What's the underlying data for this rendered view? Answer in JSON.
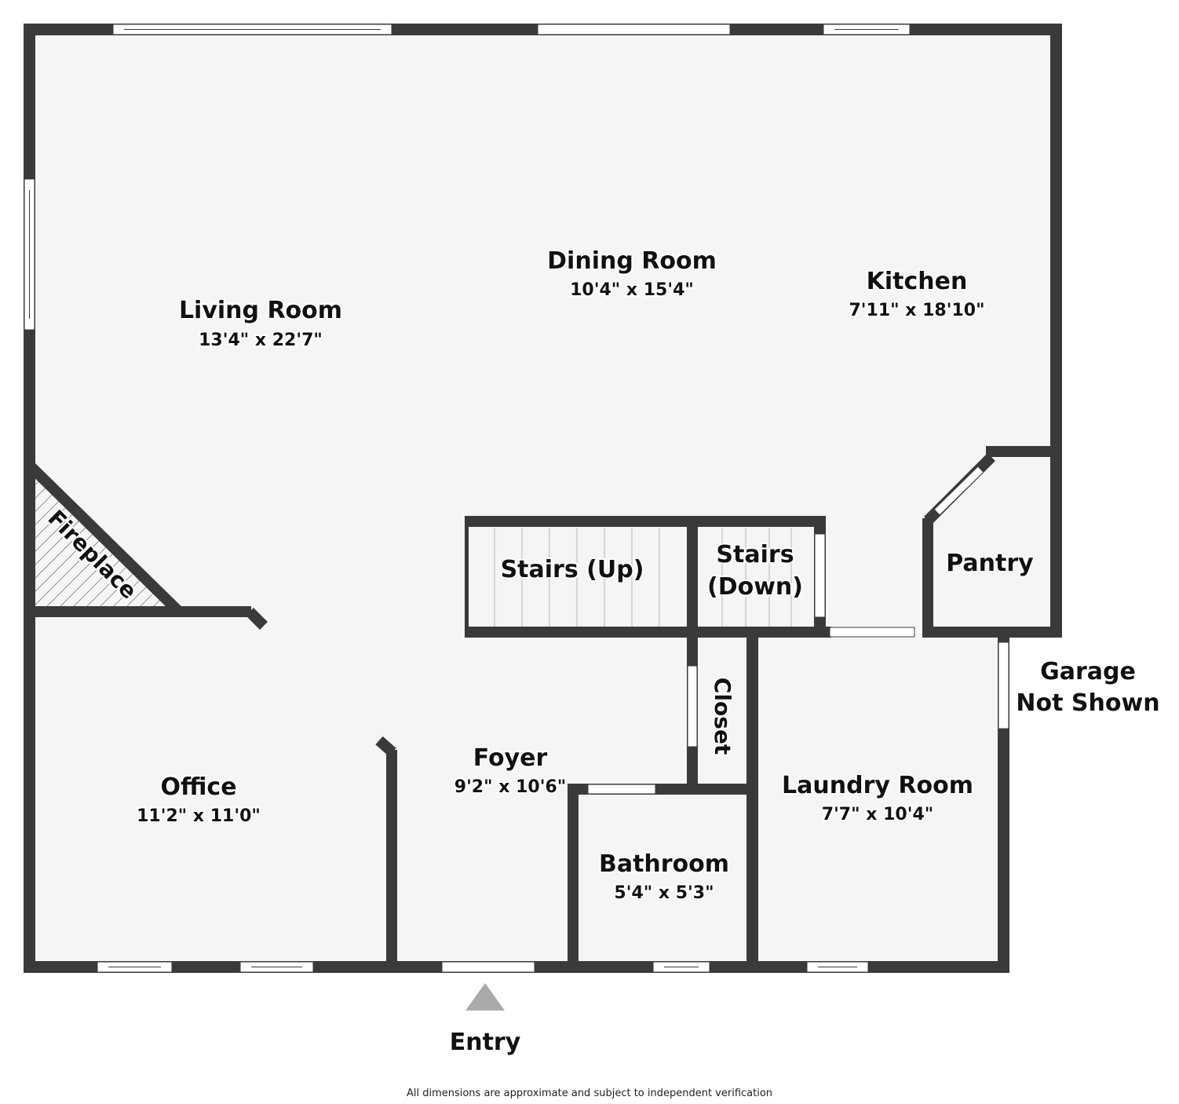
{
  "colors": {
    "floor": "#f5f5f5",
    "wall": "#3a3a3a",
    "window": "#ffffff",
    "entry_marker": "#aaaaaa",
    "text": "#111111"
  },
  "rooms": {
    "living": {
      "name": "Living Room",
      "dims": "13'4\" x 22'7\""
    },
    "dining": {
      "name": "Dining Room",
      "dims": "10'4\" x 15'4\""
    },
    "kitchen": {
      "name": "Kitchen",
      "dims": "7'11\" x 18'10\""
    },
    "office": {
      "name": "Office",
      "dims": "11'2\" x 11'0\""
    },
    "foyer": {
      "name": "Foyer",
      "dims": "9'2\" x 10'6\""
    },
    "bathroom": {
      "name": "Bathroom",
      "dims": "5'4\" x 5'3\""
    },
    "laundry": {
      "name": "Laundry Room",
      "dims": "7'7\" x 10'4\""
    },
    "pantry": {
      "name": "Pantry"
    },
    "closet": {
      "name": "Closet"
    },
    "stairs_up": {
      "name": "Stairs (Up)"
    },
    "stairs_down": {
      "line1": "Stairs",
      "line2": "(Down)"
    }
  },
  "fireplace": {
    "label": "Fireplace"
  },
  "garage": {
    "line1": "Garage",
    "line2": "Not Shown"
  },
  "entry": {
    "label": "Entry"
  },
  "disclaimer": "All dimensions are approximate and subject to independent verification"
}
